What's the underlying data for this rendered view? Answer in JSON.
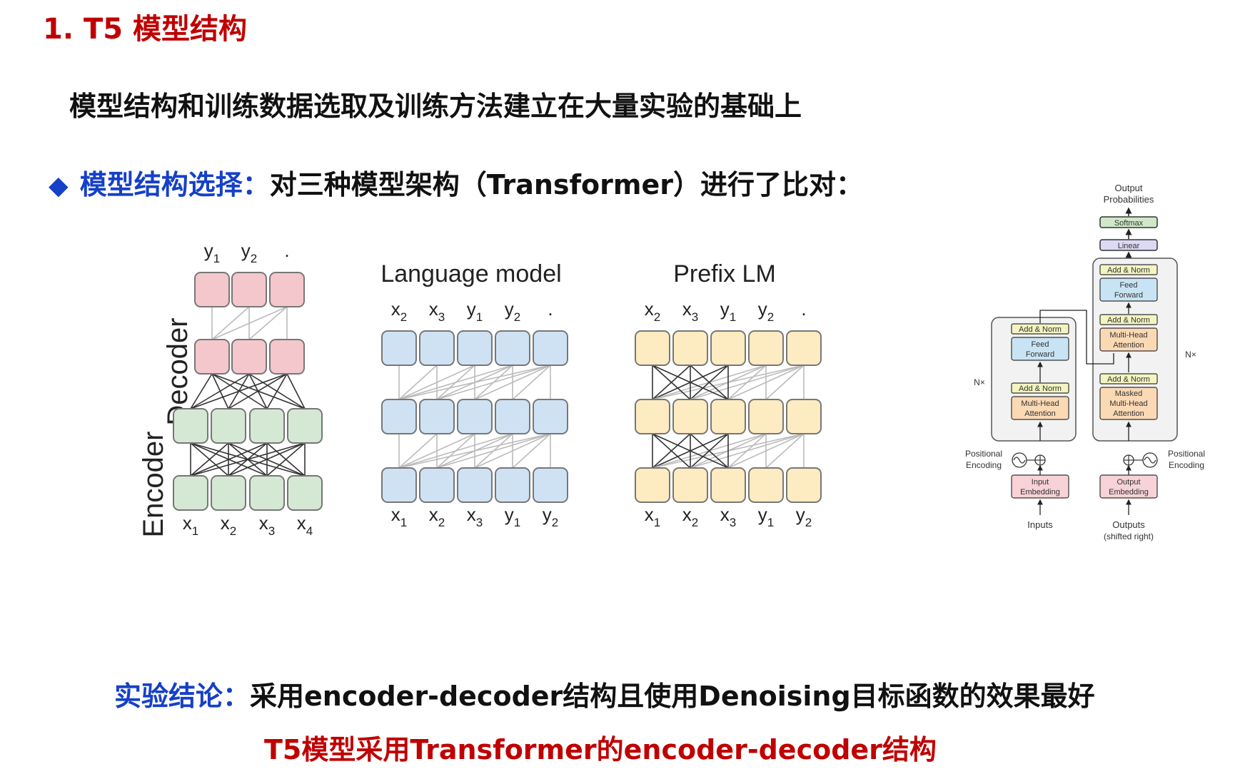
{
  "title": "1. T5 模型结构",
  "subtitle": "模型结构和训练数据选取及训练方法建立在大量实验的基础上",
  "bullet": {
    "icon": "diamond-icon",
    "label": "模型结构选择：",
    "text": "对三种模型架构（Transformer）进行了比对："
  },
  "architectures": {
    "encoder_decoder": {
      "encoder_label": "Encoder",
      "decoder_label": "Decoder",
      "encoder_color": "#d5e8d4",
      "decoder_color": "#f4c7cc",
      "inputs": [
        [
          "x",
          "1"
        ],
        [
          "x",
          "2"
        ],
        [
          "x",
          "3"
        ],
        [
          "x",
          "4"
        ]
      ],
      "outputs": [
        [
          "y",
          "1"
        ],
        [
          "y",
          "2"
        ],
        [
          ".",
          ""
        ]
      ]
    },
    "language_model": {
      "title": "Language model",
      "color": "#cfe2f3",
      "top_tokens": [
        [
          "x",
          "2"
        ],
        [
          "x",
          "3"
        ],
        [
          "y",
          "1"
        ],
        [
          "y",
          "2"
        ],
        [
          ".",
          ""
        ]
      ],
      "bottom_tokens": [
        [
          "x",
          "1"
        ],
        [
          "x",
          "2"
        ],
        [
          "x",
          "3"
        ],
        [
          "y",
          "1"
        ],
        [
          "y",
          "2"
        ]
      ]
    },
    "prefix_lm": {
      "title": "Prefix LM",
      "color": "#fdebc1",
      "top_tokens": [
        [
          "x",
          "2"
        ],
        [
          "x",
          "3"
        ],
        [
          "y",
          "1"
        ],
        [
          "y",
          "2"
        ],
        [
          ".",
          ""
        ]
      ],
      "bottom_tokens": [
        [
          "x",
          "1"
        ],
        [
          "x",
          "2"
        ],
        [
          "x",
          "3"
        ],
        [
          "y",
          "1"
        ],
        [
          "y",
          "2"
        ]
      ]
    }
  },
  "transformer": {
    "output_probabilities": [
      "Output",
      "Probabilities"
    ],
    "softmax": "Softmax",
    "linear": "Linear",
    "add_norm": "Add & Norm",
    "feed_forward": [
      "Feed",
      "Forward"
    ],
    "multi_head": [
      "Multi-Head",
      "Attention"
    ],
    "masked_multi_head": [
      "Masked",
      "Multi-Head",
      "Attention"
    ],
    "nx": "N×",
    "positional_encoding": [
      "Positional",
      "Encoding"
    ],
    "input_embedding": [
      "Input",
      "Embedding"
    ],
    "output_embedding": [
      "Output",
      "Embedding"
    ],
    "inputs": "Inputs",
    "outputs": [
      "Outputs",
      "(shifted right)"
    ]
  },
  "conclusion": {
    "label": "实验结论：",
    "text": "采用encoder-decoder结构且使用Denoising目标函数的效果最好"
  },
  "final_statement": "T5模型采用Transformer的encoder-decoder结构"
}
